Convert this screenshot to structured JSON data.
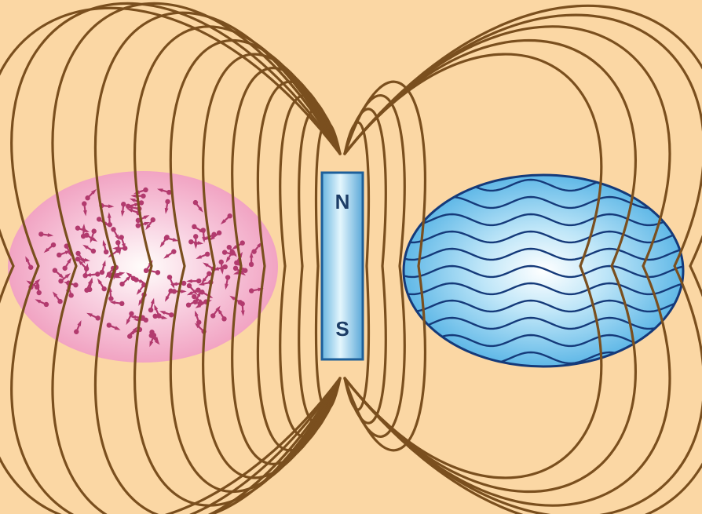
{
  "diagram": {
    "magnet": {
      "north_label": "N",
      "south_label": "S"
    },
    "colors": {
      "background": "#fbd7a4",
      "field_line": "#7a4f1e",
      "magnet_fill": "#9cd7f0",
      "magnet_edge": "#1d5f9a",
      "magnet_label": "#1d3d66",
      "paramagnetic_fill": "#f3a8c6",
      "dipole_color": "#b23a6e",
      "diamagnetic_fill": "#5cb8e8",
      "diamagnetic_wave": "#153a7a"
    },
    "left_object": {
      "kind": "paramagnetic",
      "icon": "dipole-arrows"
    },
    "right_object": {
      "kind": "diamagnetic",
      "icon": "wave-lines"
    }
  }
}
